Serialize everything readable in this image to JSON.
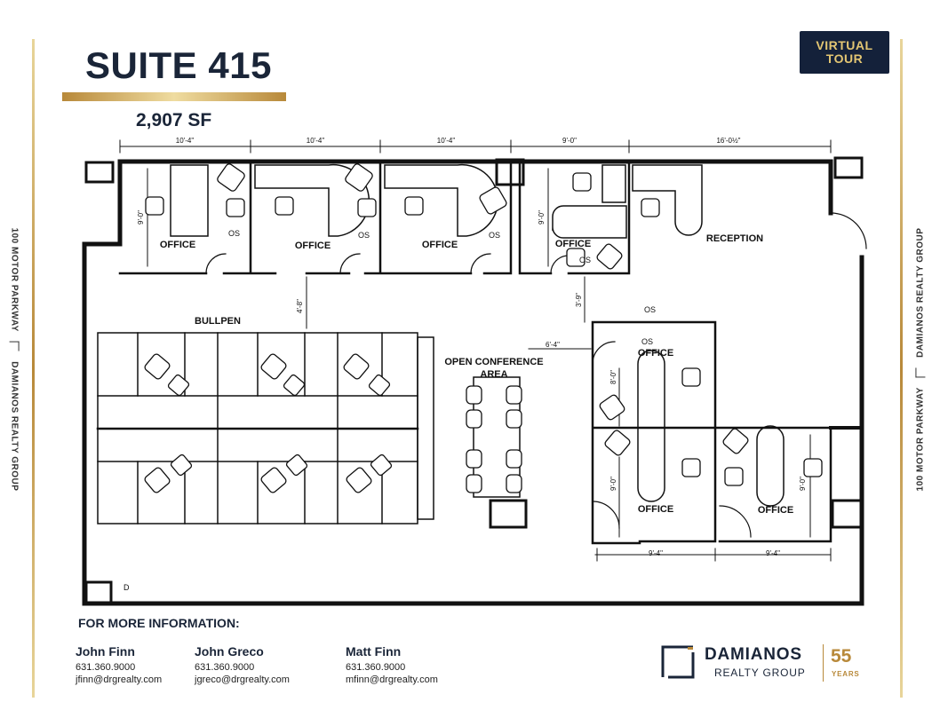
{
  "header": {
    "title": "SUITE 415",
    "square_feet": "2,907 SF",
    "virtual_tour": {
      "line1": "VIRTUAL",
      "line2": "TOUR"
    }
  },
  "side_labels": {
    "address": "100 MOTOR PARKWAY",
    "company": "DAMIANOS REALTY GROUP"
  },
  "floorplan": {
    "rooms": {
      "office_1": "OFFICE",
      "office_2": "OFFICE",
      "office_3": "OFFICE",
      "office_4": "OFFICE",
      "office_5": "OFFICE",
      "office_6": "OFFICE",
      "office_7": "OFFICE",
      "reception": "RECEPTION",
      "bullpen": "BULLPEN",
      "conference_line1": "OPEN CONFERENCE",
      "conference_line2": "AREA"
    },
    "dimensions": {
      "top_1": "10'-4\"",
      "top_2": "10'-4\"",
      "top_3": "10'-4\"",
      "top_4": "9'-0\"",
      "top_5": "16'-0½\"",
      "vertical_1": "9'-0\"",
      "vertical_2": "9'-0\"",
      "corridor": "4'-8\"",
      "corridor_2": "3'-9\"",
      "conference_width": "6'-4\"",
      "office_right_v1": "8'-0\"",
      "office_right_v2": "9'-0\"",
      "office_right_v3": "9'-0\"",
      "bottom_1": "9'-4\"",
      "bottom_2": "9'-4\""
    },
    "marks": {
      "os": "OS",
      "d": "D"
    }
  },
  "info": {
    "heading": "FOR MORE INFORMATION:",
    "contacts": [
      {
        "name": "John Finn",
        "phone": "631.360.9000",
        "email": "jfinn@drgrealty.com"
      },
      {
        "name": "John Greco",
        "phone": "631.360.9000",
        "email": "jgreco@drgrealty.com"
      },
      {
        "name": "Matt Finn",
        "phone": "631.360.9000",
        "email": "mfinn@drgrealty.com"
      }
    ]
  },
  "logo": {
    "name": "DAMIANOS",
    "subtitle": "REALTY GROUP",
    "years_number": "55",
    "years_label": "YEARS"
  },
  "colors": {
    "navy": "#1a2538",
    "gold": "#b8893a",
    "wall": "#111111"
  }
}
